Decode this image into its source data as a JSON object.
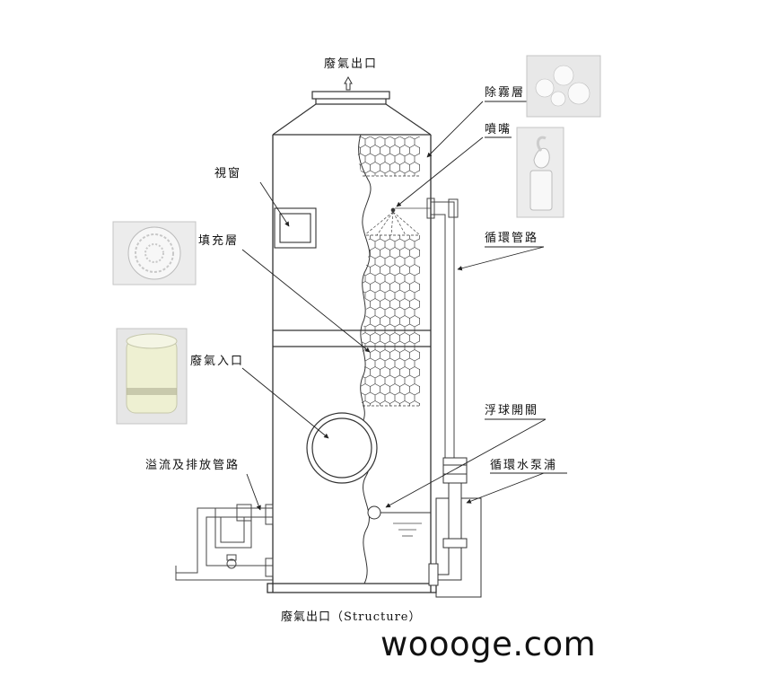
{
  "labels": {
    "outlet_top": "廢氣出口",
    "demister": "除霧層",
    "nozzle": "噴嘴",
    "sight_window": "視窗",
    "packing": "填充層",
    "circulation_pipe": "循環管路",
    "inlet": "廢氣入口",
    "float_switch": "浮球開關",
    "overflow_drain": "溢流及排放管路",
    "pump": "循環水泵浦",
    "caption": "廢氣出口（Structure）"
  },
  "watermark": "woooge.com",
  "colors": {
    "line": "#333333",
    "pipe": "#444444",
    "photo_bg": "#e6e6e6",
    "plastic": "#f4f4f4",
    "plastic_yellow": "#e9ecc4"
  },
  "icons": [
    "up-arrow-icon"
  ]
}
